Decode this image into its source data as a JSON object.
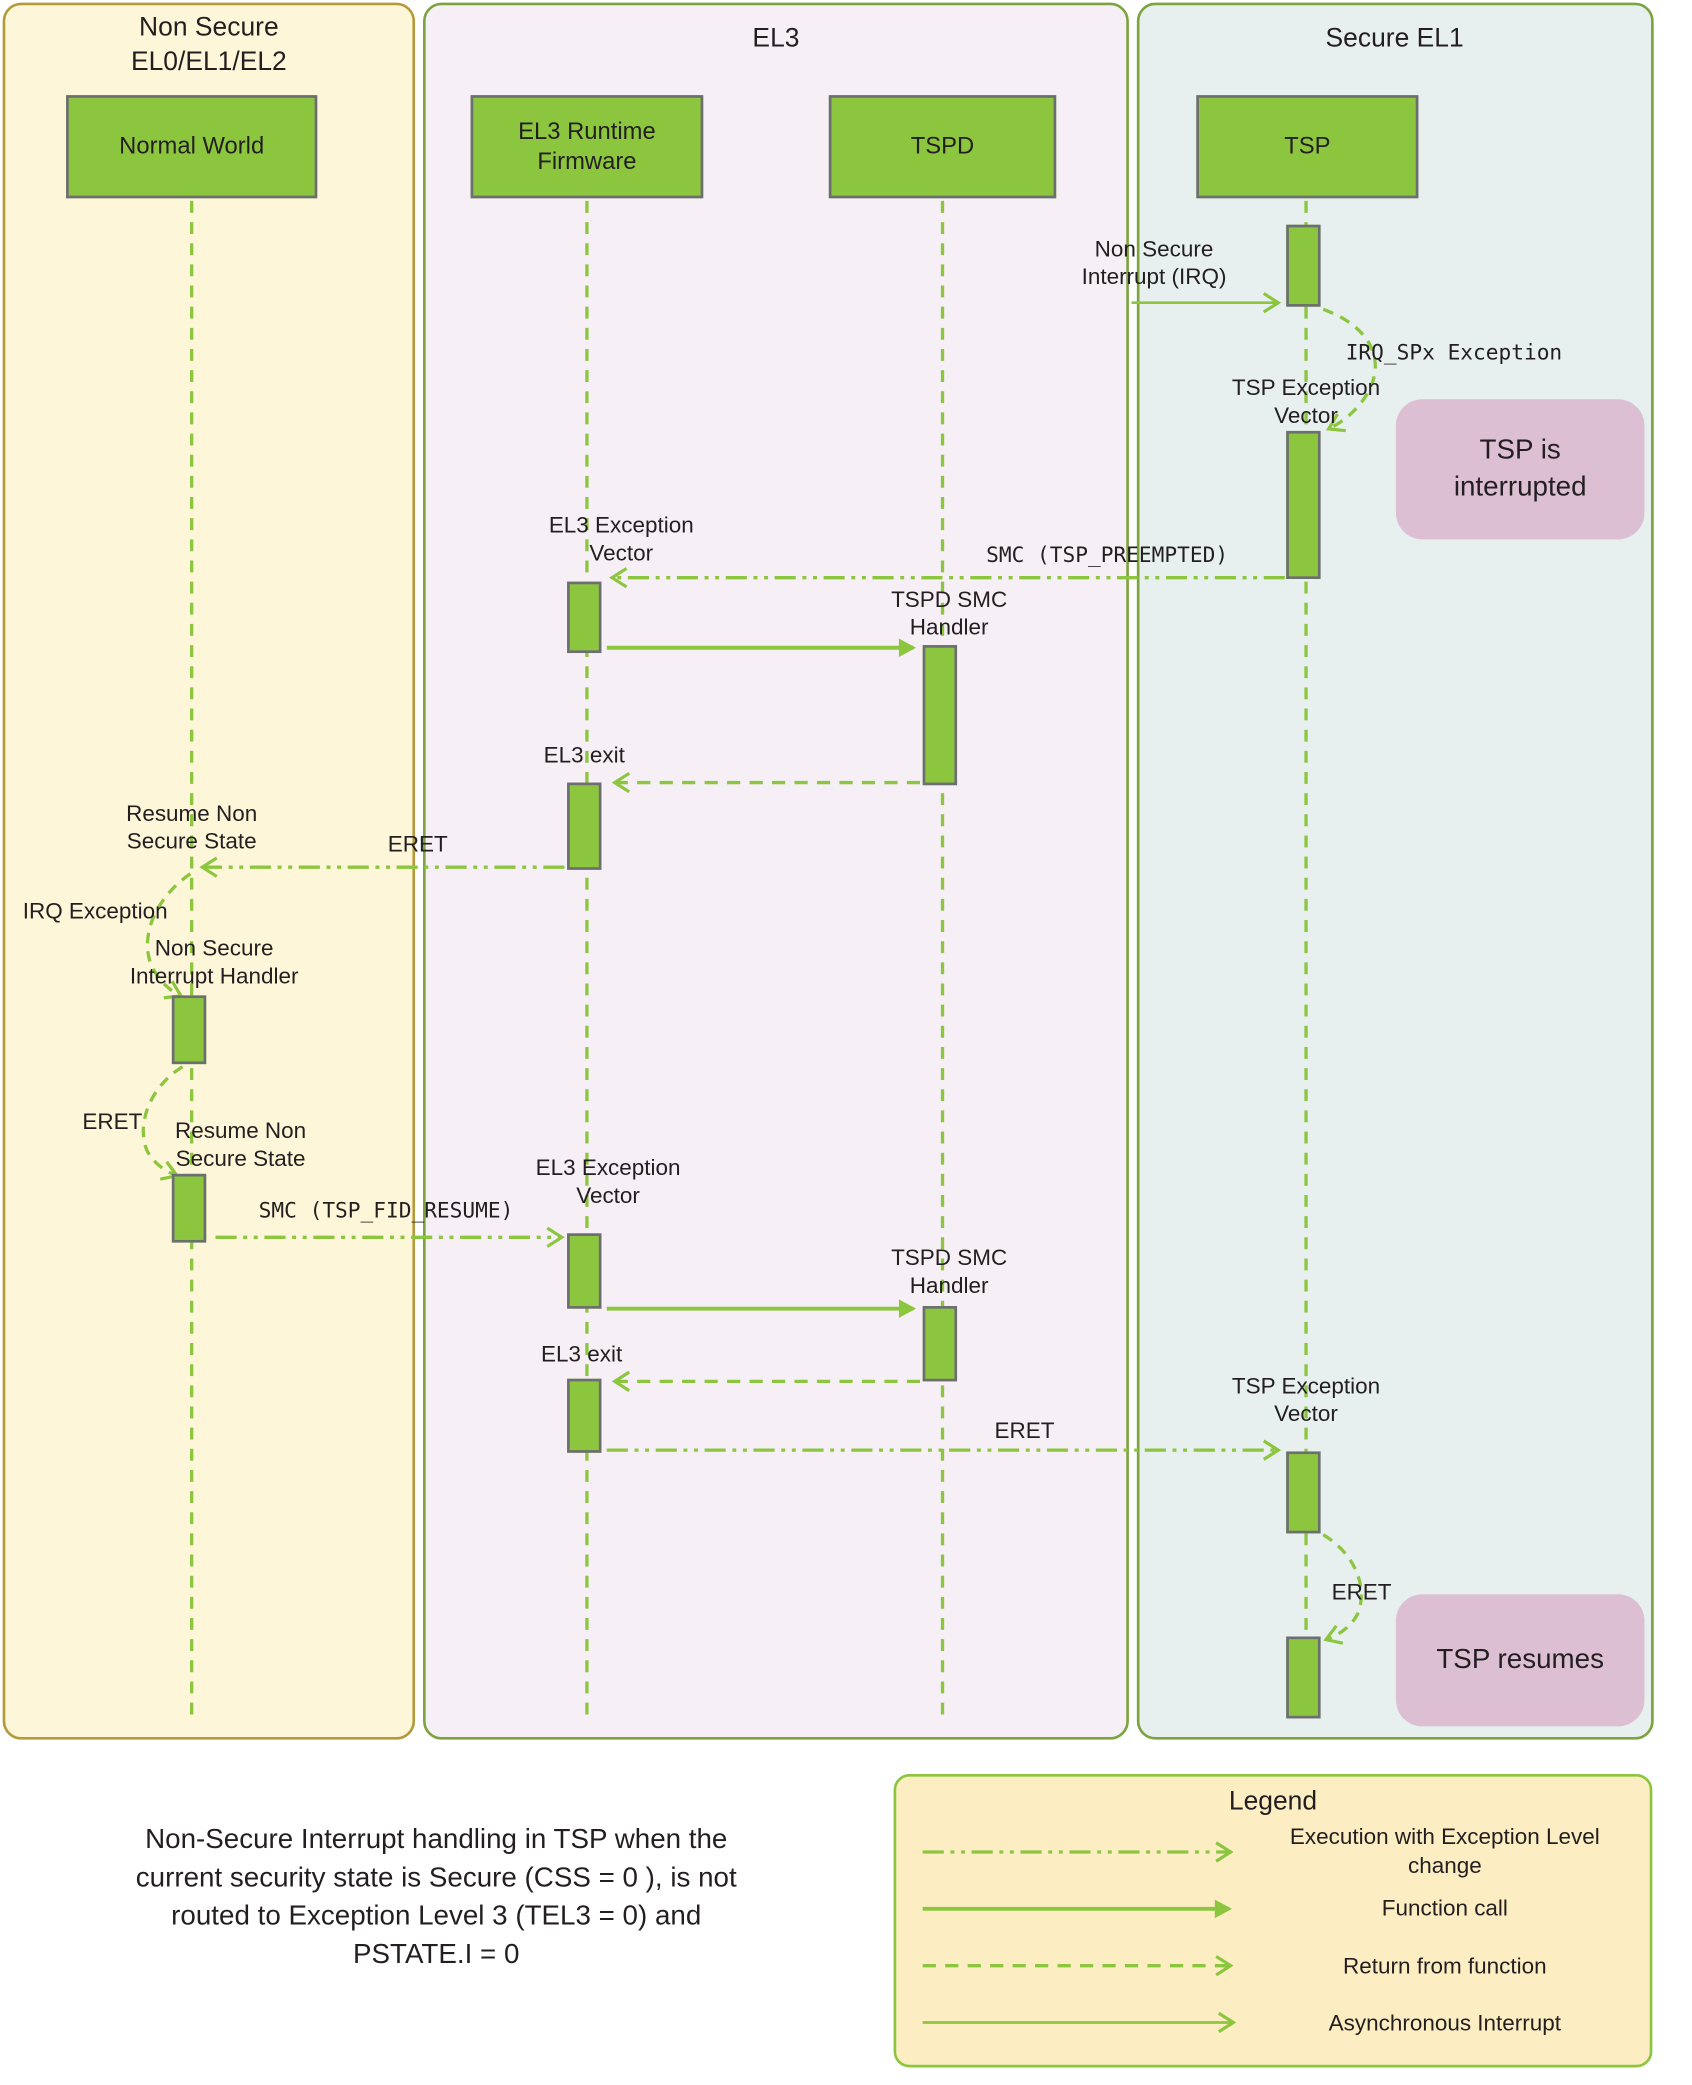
{
  "lanes": {
    "nonsecure": {
      "title": "Non Secure\nEL0/EL1/EL2"
    },
    "el3": {
      "title": "EL3"
    },
    "secure": {
      "title": "Secure EL1"
    }
  },
  "actors": {
    "normal_world": "Normal World",
    "el3_runtime": "EL3 Runtime\nFirmware",
    "tspd": "TSPD",
    "tsp": "TSP"
  },
  "labels": {
    "ns_interrupt": "Non Secure\nInterrupt (IRQ)",
    "irq_spx_exception": "IRQ_SPx Exception",
    "tsp_exception_vector_1": "TSP Exception\nVector",
    "smc_preempted": "SMC (TSP_PREEMPTED)",
    "el3_exception_vector_1": "EL3 Exception\nVector",
    "tspd_smc_handler_1": "TSPD SMC\nHandler",
    "el3_exit_1": "EL3 exit",
    "resume_non_secure_1": "Resume Non\nSecure State",
    "eret_1": "ERET",
    "irq_exception": "IRQ Exception",
    "ns_interrupt_handler": "Non Secure\nInterrupt Handler",
    "eret_2": "ERET",
    "resume_non_secure_2": "Resume Non\nSecure State",
    "smc_fid_resume": "SMC (TSP_FID_RESUME)",
    "el3_exception_vector_2": "EL3 Exception\nVector",
    "tspd_smc_handler_2": "TSPD SMC\nHandler",
    "el3_exit_2": "EL3 exit",
    "tsp_exception_vector_2": "TSP Exception\nVector",
    "eret_3": "ERET",
    "eret_4": "ERET"
  },
  "notes": {
    "tsp_interrupted": "TSP is\ninterrupted",
    "tsp_resumes": "TSP resumes"
  },
  "caption": "Non-Secure Interrupt handling in TSP when the\ncurrent security state is Secure (CSS = 0 ), is not\nrouted to Exception Level 3 (TEL3 = 0) and\nPSTATE.I = 0",
  "legend": {
    "title": "Legend",
    "items": [
      {
        "label": "Execution with Exception Level\nchange"
      },
      {
        "label": "Function call"
      },
      {
        "label": "Return from function"
      },
      {
        "label": "Asynchronous Interrupt"
      }
    ]
  },
  "colors": {
    "green": "#8cc63f",
    "box_border": "#6d6e71",
    "lane_non_secure_bg": "#fdf6d8",
    "lane_non_secure_border": "#b49a3a",
    "lane_el3_bg": "#f7eff6",
    "lane_secure_bg": "#e7f0ee",
    "lane_green_border": "#7da33e",
    "note_pink": "#dcbfd2",
    "legend_bg": "#fcedc3",
    "text": "#231f20"
  }
}
